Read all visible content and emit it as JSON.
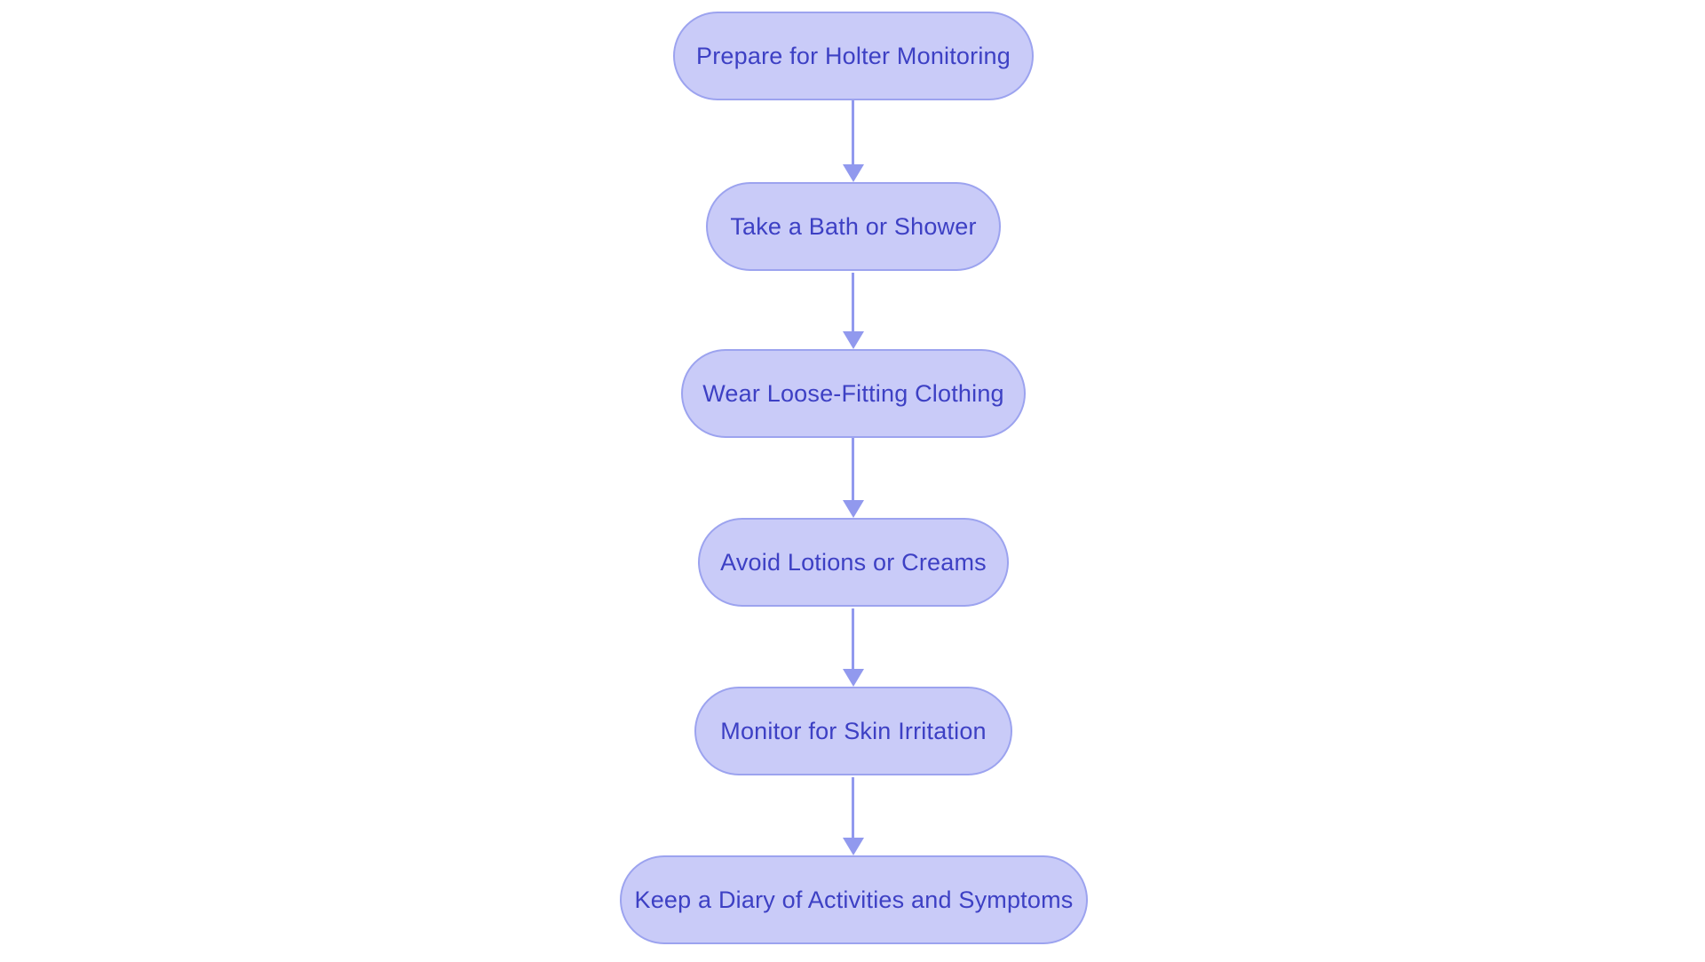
{
  "diagram": {
    "type": "flowchart",
    "direction": "top-down",
    "nodes": [
      {
        "id": "n1",
        "label": "Prepare for Holter Monitoring"
      },
      {
        "id": "n2",
        "label": "Take a Bath or Shower"
      },
      {
        "id": "n3",
        "label": "Wear Loose-Fitting Clothing"
      },
      {
        "id": "n4",
        "label": "Avoid Lotions or Creams"
      },
      {
        "id": "n5",
        "label": "Monitor for Skin Irritation"
      },
      {
        "id": "n6",
        "label": "Keep a Diary of Activities and Symptoms"
      }
    ],
    "edges": [
      {
        "from": "n1",
        "to": "n2"
      },
      {
        "from": "n2",
        "to": "n3"
      },
      {
        "from": "n3",
        "to": "n4"
      },
      {
        "from": "n4",
        "to": "n5"
      },
      {
        "from": "n5",
        "to": "n6"
      }
    ],
    "colors": {
      "background": "#ffffff",
      "node_fill": "#c9cbf8",
      "node_border": "#9ca3ef",
      "node_text": "#3d40c4",
      "arrow": "#9199ee"
    }
  }
}
